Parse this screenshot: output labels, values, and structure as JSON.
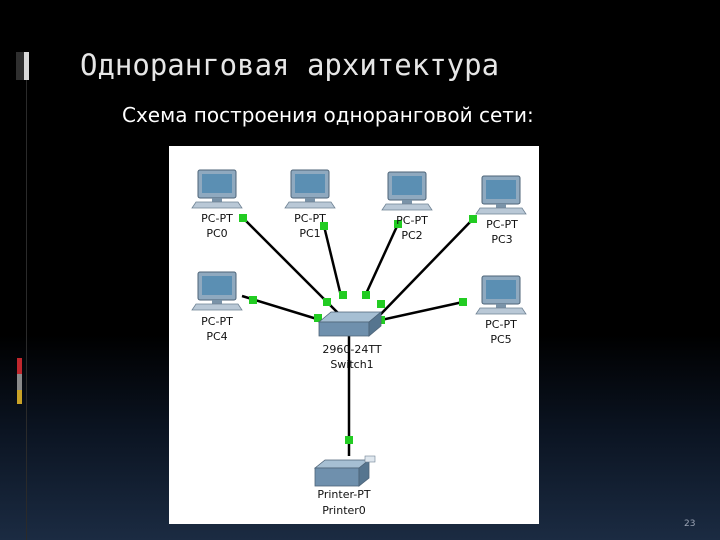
{
  "slide": {
    "title": "Одноранговая архитектура",
    "subtitle": "Схема построения одноранговой сети:",
    "page_number": "23"
  },
  "diagram": {
    "nodes": {
      "pc0": {
        "type_label": "PC-PT",
        "name_label": "PC0"
      },
      "pc1": {
        "type_label": "PC-PT",
        "name_label": "PC1"
      },
      "pc2": {
        "type_label": "PC-PT",
        "name_label": "PC2"
      },
      "pc3": {
        "type_label": "PC-PT",
        "name_label": "PC3"
      },
      "pc4": {
        "type_label": "PC-PT",
        "name_label": "PC4"
      },
      "pc5": {
        "type_label": "PC-PT",
        "name_label": "PC5"
      },
      "switch1": {
        "type_label": "2960-24TT",
        "name_label": "Switch1"
      },
      "printer0": {
        "type_label": "Printer-PT",
        "name_label": "Printer0"
      }
    },
    "connections": [
      [
        "pc0",
        "switch1"
      ],
      [
        "pc1",
        "switch1"
      ],
      [
        "pc2",
        "switch1"
      ],
      [
        "pc3",
        "switch1"
      ],
      [
        "pc4",
        "switch1"
      ],
      [
        "pc5",
        "switch1"
      ],
      [
        "switch1",
        "printer0"
      ]
    ],
    "colors": {
      "link": "#000000",
      "port_indicator": "#22cc22",
      "device_body": "#8fa9bf",
      "screen": "#5b8fb3"
    }
  }
}
